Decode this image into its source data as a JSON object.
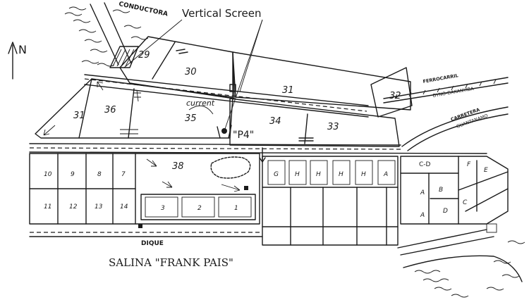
{
  "north_label": "N",
  "annotations": {
    "vertical_screen": "Vertical Screen",
    "conductora": "CONDUCTORA",
    "current": "current",
    "p4": "\"P4\"",
    "ferrocarril": "FERROCARRIL",
    "ferrocarril_sub": "DYNO-DAKANYIBA",
    "carretera": "CARRETERA",
    "carretera_sub": "GUANTANAMO",
    "dique": "DIQUE",
    "salina": "SALINA \"FRANK PAIS\""
  },
  "pond_labels": {
    "p29": "29",
    "p30": "30",
    "p31a": "31",
    "p31b": "31",
    "p32": "32",
    "p33": "33",
    "p34": "34",
    "p35": "35",
    "p36": "36",
    "p38": "38"
  },
  "small_labels": {
    "g": "G",
    "h": "H",
    "a": "A",
    "cd": "C-D",
    "f": "F",
    "e": "E",
    "d": "D",
    "b": "B",
    "c": "C",
    "n1": "7",
    "n2": "8",
    "n3": "9",
    "n4": "10",
    "n5": "11",
    "n6": "12",
    "n7": "13",
    "n8": "14",
    "c1": "1",
    "c2": "2",
    "c3": "3"
  }
}
